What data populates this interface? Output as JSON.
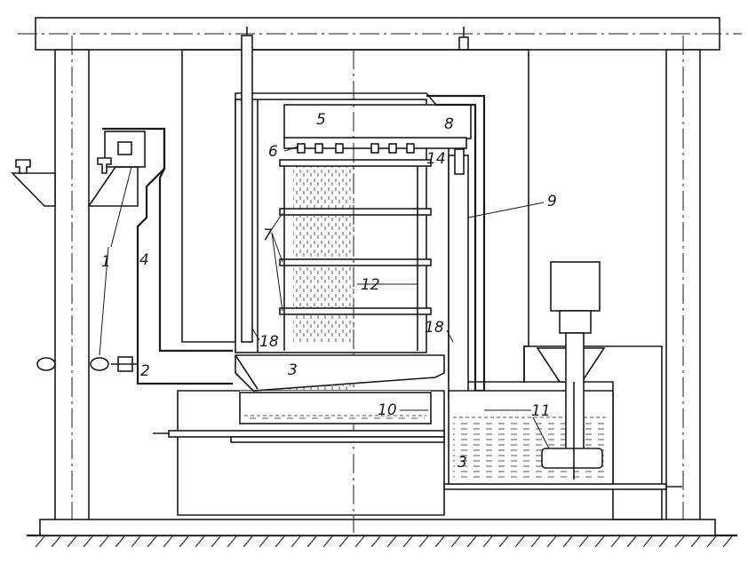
{
  "labels": {
    "l1": "1",
    "l2": "2",
    "l3a": "3",
    "l3b": "3",
    "l4": "4",
    "l5": "5",
    "l6": "6",
    "l7": "7",
    "l8": "8",
    "l9": "9",
    "l10": "10",
    "l11": "11",
    "l12": "12",
    "l14": "14",
    "l18a": "18",
    "l18b": "18"
  }
}
